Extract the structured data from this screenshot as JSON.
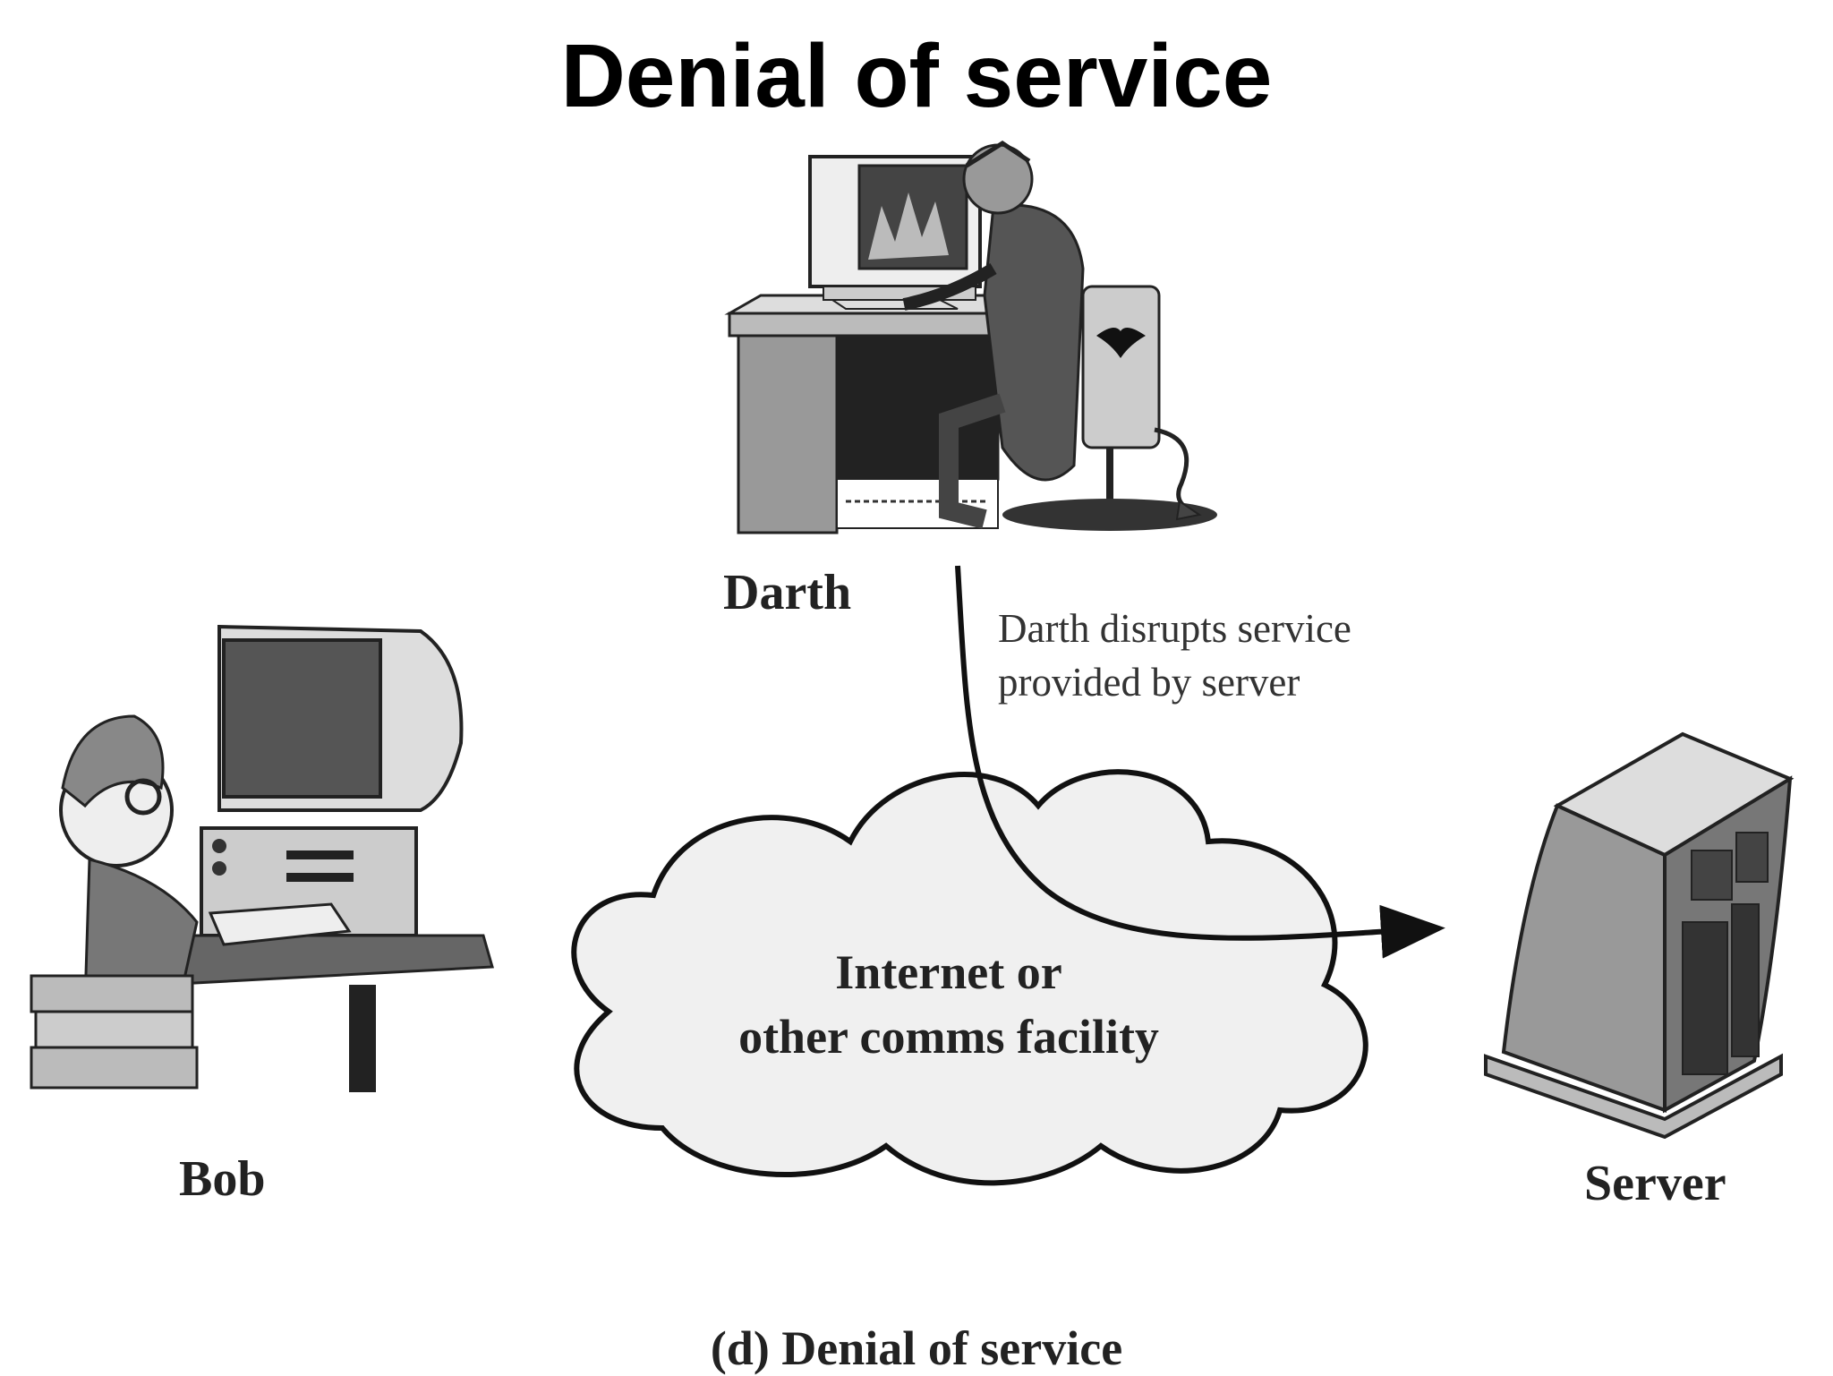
{
  "title": "Denial of service",
  "figure": {
    "attacker_label": "Darth",
    "user_label": "Bob",
    "server_label": "Server",
    "annotation_line1": "Darth disrupts service",
    "annotation_line2": "provided by server",
    "cloud_line1": "Internet or",
    "cloud_line2": "other comms facility",
    "caption": "(d) Denial of service"
  },
  "icons": {
    "attacker": "attacker-at-computer-icon",
    "user": "user-at-computer-icon",
    "server": "server-tower-icon",
    "network": "cloud-icon"
  }
}
